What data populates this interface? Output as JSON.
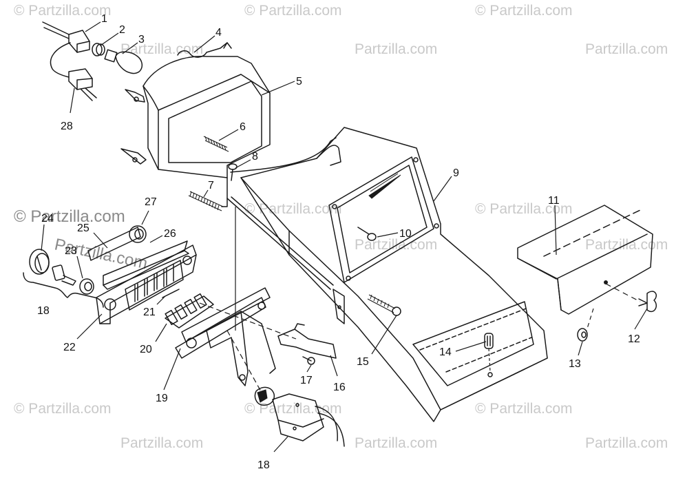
{
  "watermark": {
    "text": "© Partzilla.com",
    "domain_text": "Partzilla.com",
    "color": "#c9c9c9"
  },
  "callouts": [
    {
      "id": "c1",
      "label": "1"
    },
    {
      "id": "c2",
      "label": "2"
    },
    {
      "id": "c3",
      "label": "3"
    },
    {
      "id": "c4",
      "label": "4"
    },
    {
      "id": "c5",
      "label": "5"
    },
    {
      "id": "c6",
      "label": "6"
    },
    {
      "id": "c7",
      "label": "7"
    },
    {
      "id": "c8",
      "label": "8"
    },
    {
      "id": "c9",
      "label": "9"
    },
    {
      "id": "c10",
      "label": "10"
    },
    {
      "id": "c11",
      "label": "11"
    },
    {
      "id": "c12",
      "label": "12"
    },
    {
      "id": "c13",
      "label": "13"
    },
    {
      "id": "c14",
      "label": "14"
    },
    {
      "id": "c15",
      "label": "15"
    },
    {
      "id": "c16",
      "label": "16"
    },
    {
      "id": "c17",
      "label": "17"
    },
    {
      "id": "c18a",
      "label": "18"
    },
    {
      "id": "c18b",
      "label": "18"
    },
    {
      "id": "c19",
      "label": "19"
    },
    {
      "id": "c20",
      "label": "20"
    },
    {
      "id": "c21",
      "label": "21"
    },
    {
      "id": "c22",
      "label": "22"
    },
    {
      "id": "c23",
      "label": "23"
    },
    {
      "id": "c24",
      "label": "24"
    },
    {
      "id": "c25",
      "label": "25"
    },
    {
      "id": "c26",
      "label": "26"
    },
    {
      "id": "c27",
      "label": "27"
    },
    {
      "id": "c28",
      "label": "28"
    }
  ]
}
